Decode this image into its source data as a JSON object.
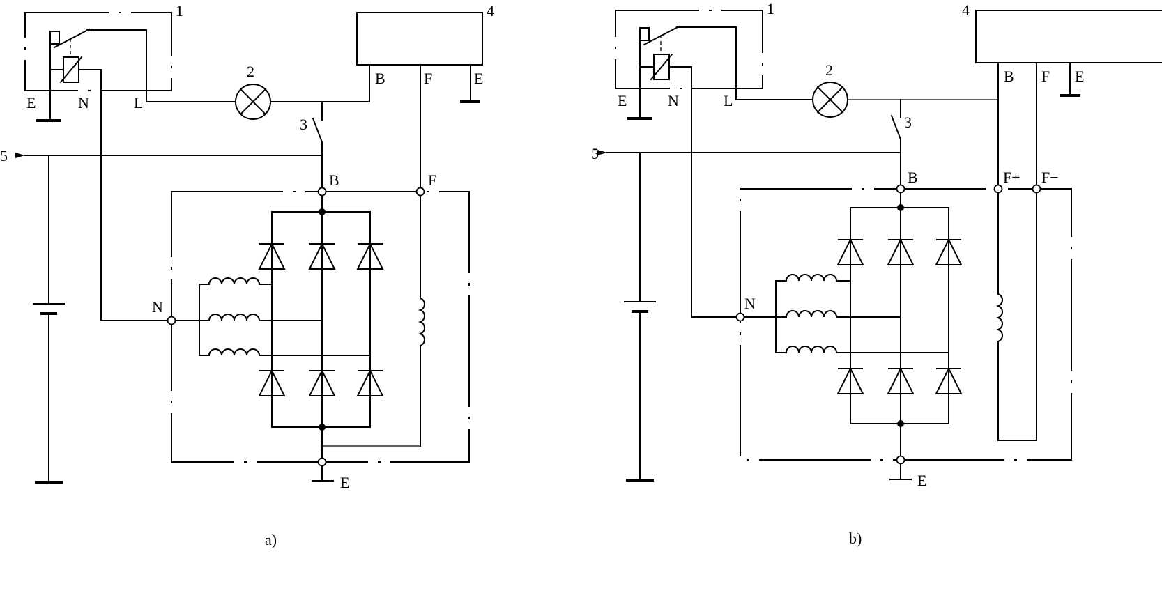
{
  "diagrams": [
    {
      "caption": "a)",
      "labels": {
        "n1": "1",
        "n2": "2",
        "n3": "3",
        "n4": "4",
        "n5": "5",
        "relay_E": "E",
        "relay_N": "N",
        "relay_L": "L",
        "reg_B": "B",
        "reg_F": "F",
        "reg_E": "E",
        "gen_B": "B",
        "gen_F": "F",
        "gen_N": "N",
        "gen_E": "E"
      }
    },
    {
      "caption": "b)",
      "labels": {
        "n1": "1",
        "n2": "2",
        "n3": "3",
        "n4": "4",
        "n5": "5",
        "relay_E": "E",
        "relay_N": "N",
        "relay_L": "L",
        "reg_B": "B",
        "reg_F": "F",
        "reg_E": "E",
        "gen_B": "B",
        "gen_Fplus": "F+",
        "gen_Fminus": "F−",
        "gen_N": "N",
        "gen_E": "E"
      }
    }
  ]
}
